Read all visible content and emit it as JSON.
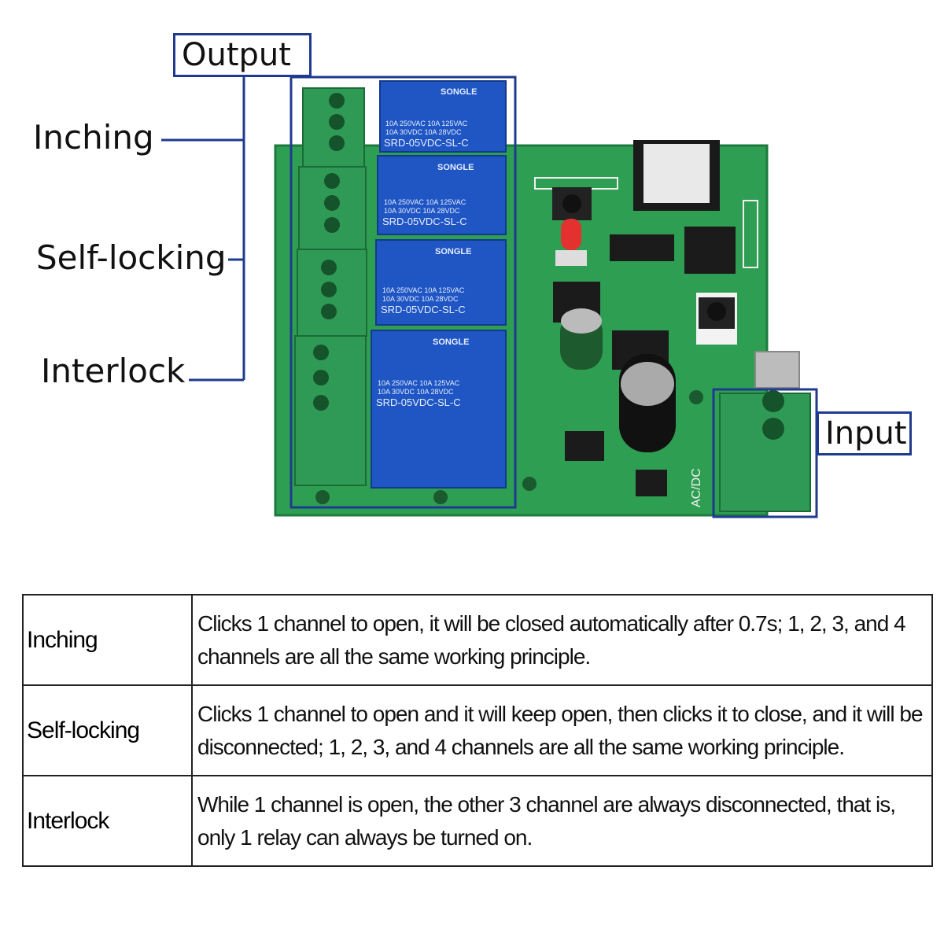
{
  "figure": {
    "output_label": "Output",
    "input_label": "Input",
    "modes": [
      "Inching",
      "Self-locking",
      "Interlock"
    ],
    "relay": {
      "brand": "SONGLE",
      "model": "SRD-05VDC-SL-C",
      "rating_line1": "10A 250VAC  10A 125VAC",
      "rating_line2": "10A  30VDC  10A  28VDC"
    },
    "board_text": "AC/DC",
    "colors": {
      "board": "#2e9e52",
      "terminal": "#2f9a55",
      "relay": "#1f56c4",
      "annotation": "#1f3a8f"
    }
  },
  "table": [
    {
      "mode": "Inching",
      "description": "Clicks 1 channel to open, it will be closed automatically after 0.7s; 1, 2, 3, and 4 channels are all the same working principle."
    },
    {
      "mode": "Self-locking",
      "description": "Clicks 1 channel to open and it will keep open, then clicks it to close, and it will be disconnected; 1, 2, 3, and 4 channels are all the same working principle."
    },
    {
      "mode": "Interlock",
      "description": "While 1 channel is open, the other 3 channel are always disconnected, that is, only 1 relay can always be turned on."
    }
  ]
}
